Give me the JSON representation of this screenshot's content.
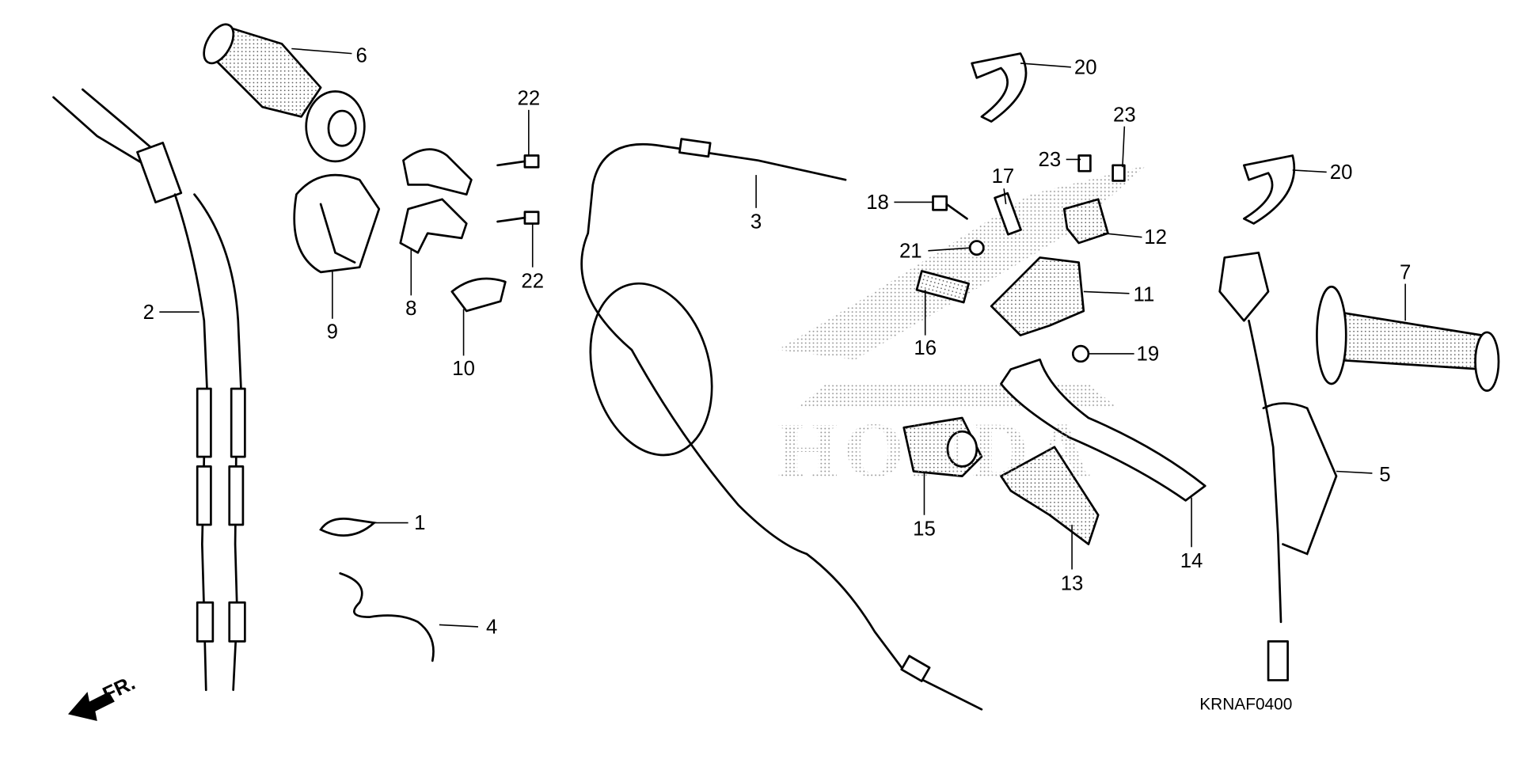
{
  "diagram": {
    "title_code": "KRNAF0400",
    "direction_label": "FR.",
    "watermark_text": "HONDA",
    "callouts": [
      "1",
      "2",
      "3",
      "4",
      "5",
      "6",
      "7",
      "8",
      "9",
      "10",
      "11",
      "12",
      "13",
      "14",
      "15",
      "16",
      "17",
      "18",
      "19",
      "20",
      "20",
      "21",
      "22",
      "22",
      "23",
      "23"
    ]
  },
  "colors": {
    "line": "#000000",
    "background": "#ffffff",
    "watermark": "#9a9a9a"
  }
}
